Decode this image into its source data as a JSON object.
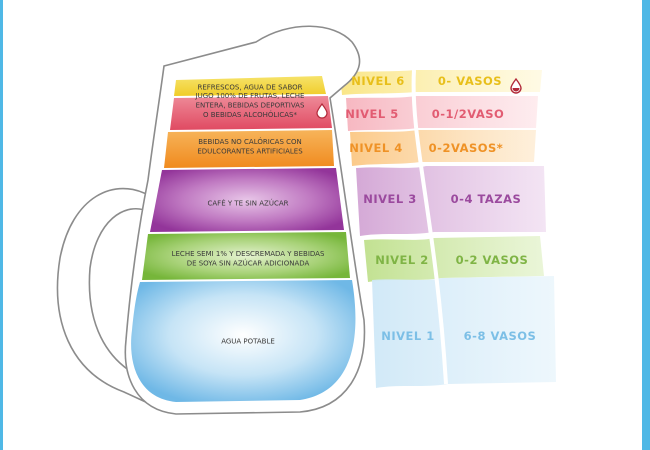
{
  "colors": {
    "edge": "#4fb8e6",
    "outline": "#8c8c8c",
    "level6": "#f2d23a",
    "level5": "#e5546a",
    "level4": "#f39a2c",
    "level3": "#a64aa6",
    "level2": "#88c250",
    "level1": "#8fc8ec",
    "drop": "#b22a3a"
  },
  "levels": [
    {
      "id": "6",
      "band_lines": [
        "REFRESCOS, AGUA DE SABOR"
      ],
      "level_label": "NIVEL 6",
      "amount": "0- VASOS",
      "icon": "drop-icon"
    },
    {
      "id": "5",
      "band_lines": [
        "JUGO 100% DE FRUTAS, LECHE",
        "ENTERA, BEBIDAS DEPORTIVAS",
        "O BEBIDAS ALCOHÓLICAS*"
      ],
      "level_label": "NIVEL 5",
      "amount": "0-1/2VASO",
      "icon": "drop-icon"
    },
    {
      "id": "4",
      "band_lines": [
        "BEBIDAS NO CALÓRICAS CON",
        "EDULCORANTES ARTIFICIALES"
      ],
      "level_label": "NIVEL 4",
      "amount": "0-2VASOS*"
    },
    {
      "id": "3",
      "band_lines": [
        "CAFÉ Y TE SIN AZÚCAR"
      ],
      "level_label": "NIVEL 3",
      "amount": "0-4 TAZAS"
    },
    {
      "id": "2",
      "band_lines": [
        "LECHE SEMI 1% Y DESCREMADA Y BEBIDAS",
        "DE SOYA SIN AZÚCAR ADICIONADA"
      ],
      "level_label": "NIVEL 2",
      "amount": "0-2 VASOS"
    },
    {
      "id": "1",
      "band_lines": [
        "AGUA POTABLE"
      ],
      "level_label": "NIVEL 1",
      "amount": "6-8 VASOS"
    }
  ]
}
